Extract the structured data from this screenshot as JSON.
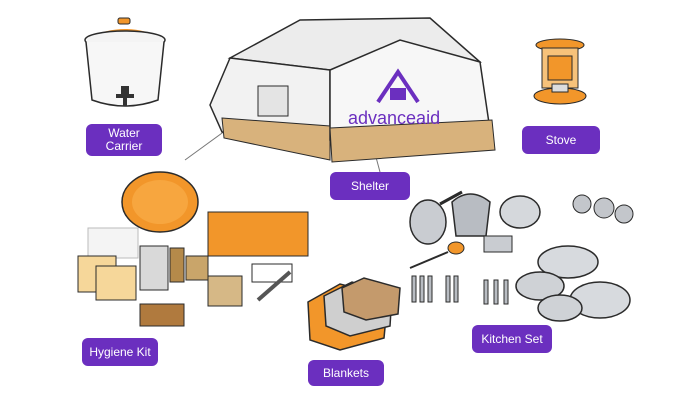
{
  "brand": {
    "logo_text": "advanceaid"
  },
  "labels": {
    "water_carrier": "Water\nCarrier",
    "stove": "Stove",
    "shelter": "Shelter",
    "hygiene_kit": "Hygiene Kit",
    "blankets": "Blankets",
    "kitchen_set": "Kitchen Set"
  },
  "colors": {
    "label_bg": "#6b2fbf",
    "label_text": "#ffffff",
    "accent_orange": "#f2962a",
    "tent_base": "#d8b27c",
    "steel": "#b8bcc2",
    "outline": "#2b2b2b"
  }
}
